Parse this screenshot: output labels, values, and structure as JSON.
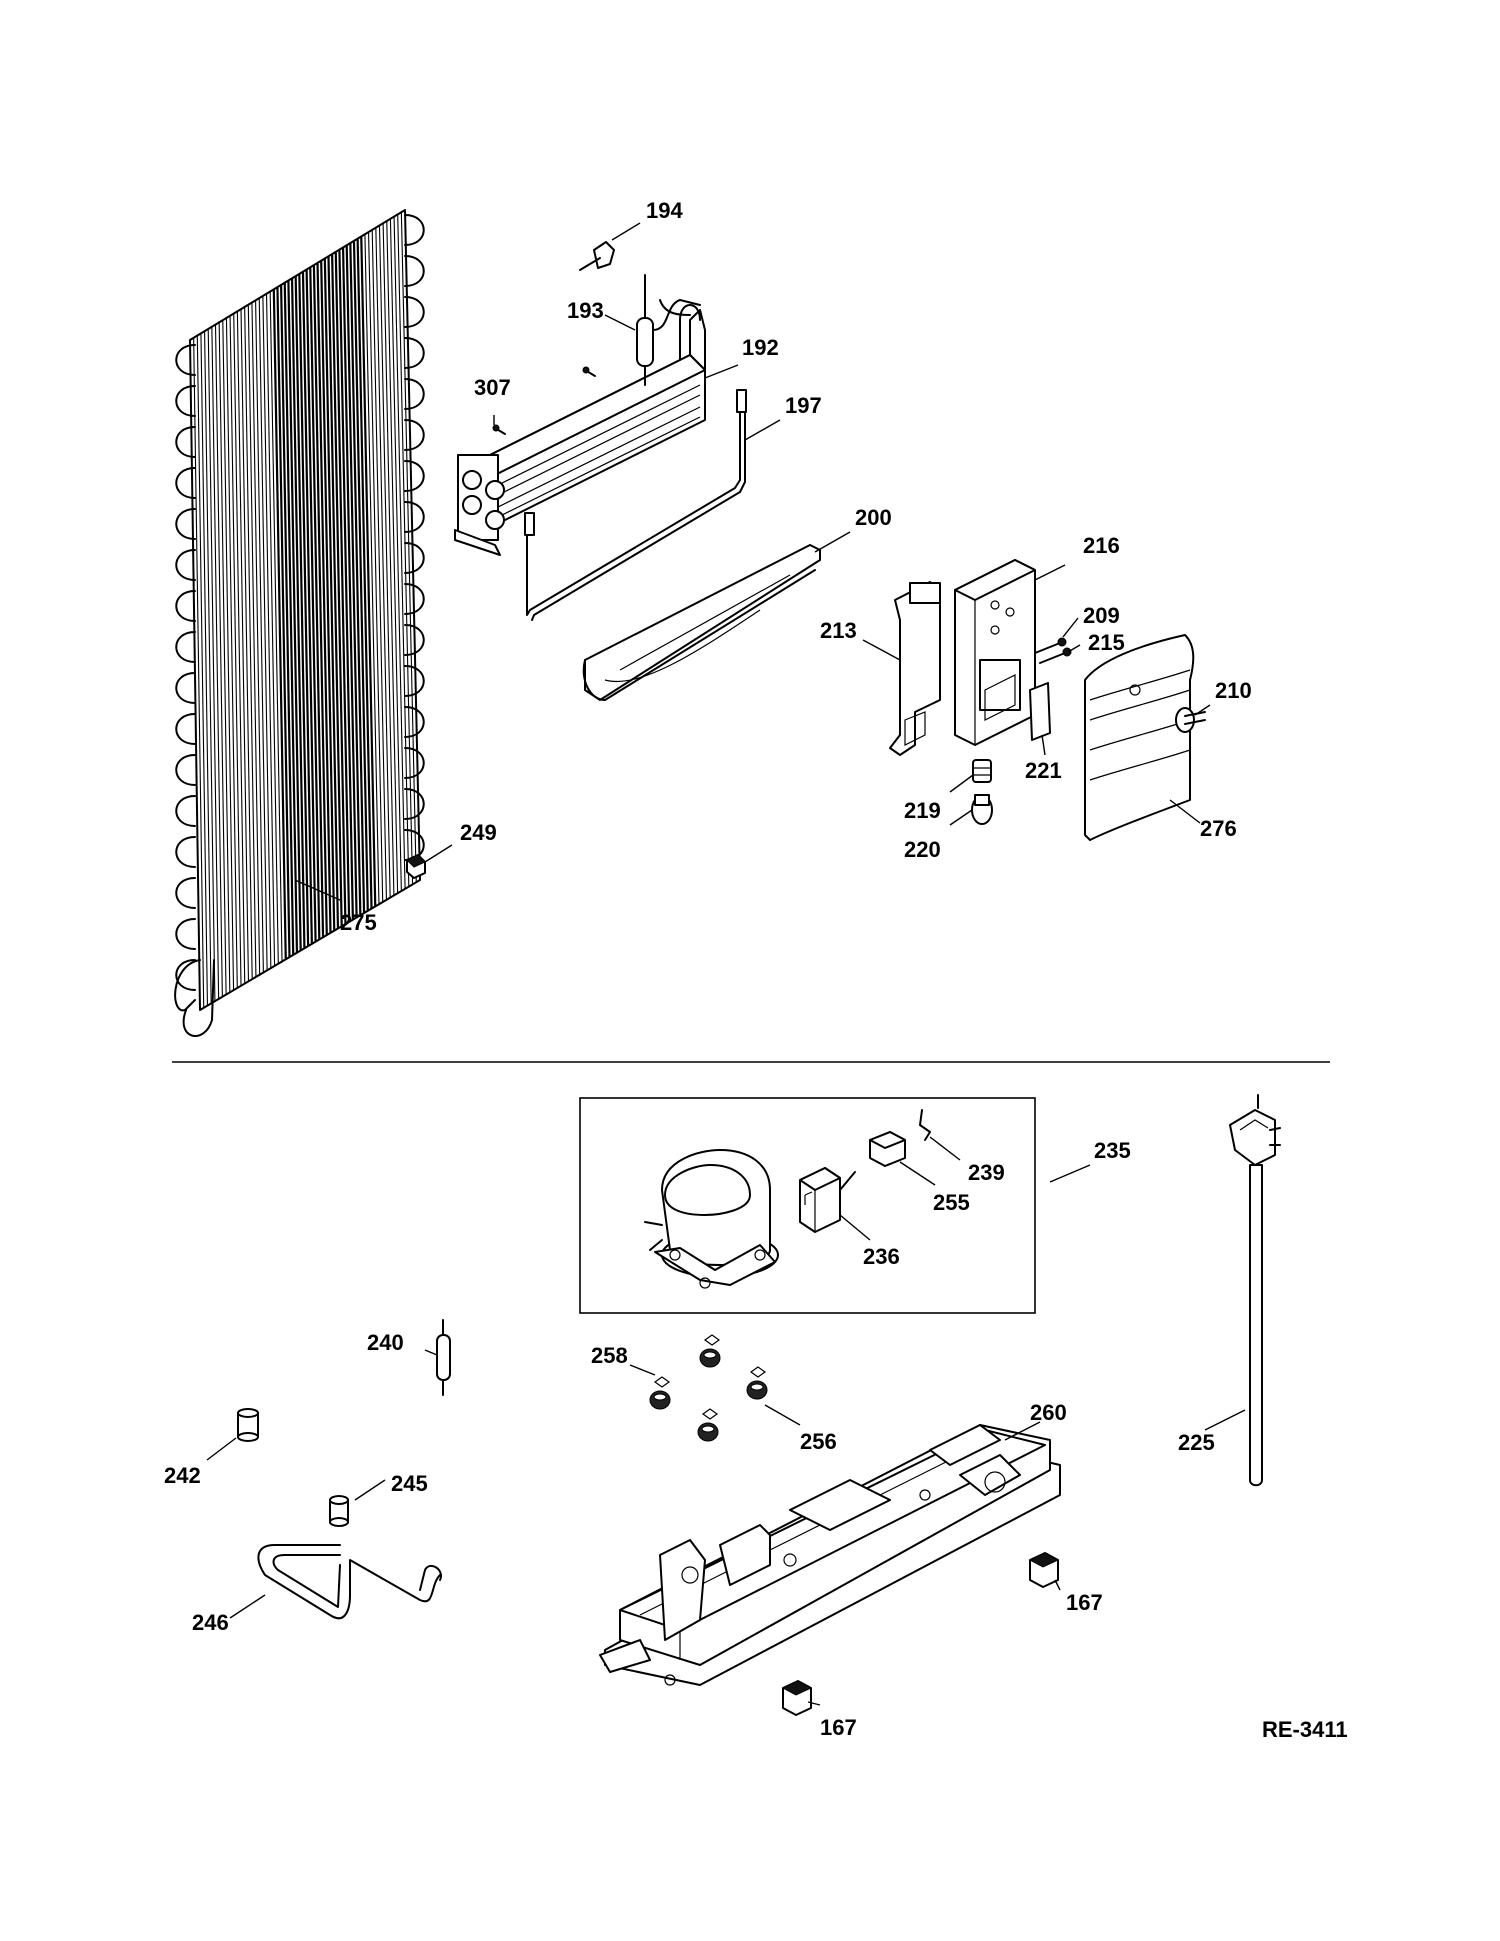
{
  "diagram": {
    "drawing_code": "RE-3411",
    "labels": {
      "p194": "194",
      "p193": "193",
      "p192": "192",
      "p307": "307",
      "p197": "197",
      "p200": "200",
      "p216": "216",
      "p209": "209",
      "p215": "215",
      "p213": "213",
      "p210": "210",
      "p221": "221",
      "p219": "219",
      "p220": "220",
      "p276": "276",
      "p249": "249",
      "p275": "275",
      "p235": "235",
      "p239": "239",
      "p255": "255",
      "p236": "236",
      "p240": "240",
      "p258": "258",
      "p256": "256",
      "p260": "260",
      "p225": "225",
      "p242": "242",
      "p245": "245",
      "p246": "246",
      "p167a": "167",
      "p167b": "167"
    }
  }
}
